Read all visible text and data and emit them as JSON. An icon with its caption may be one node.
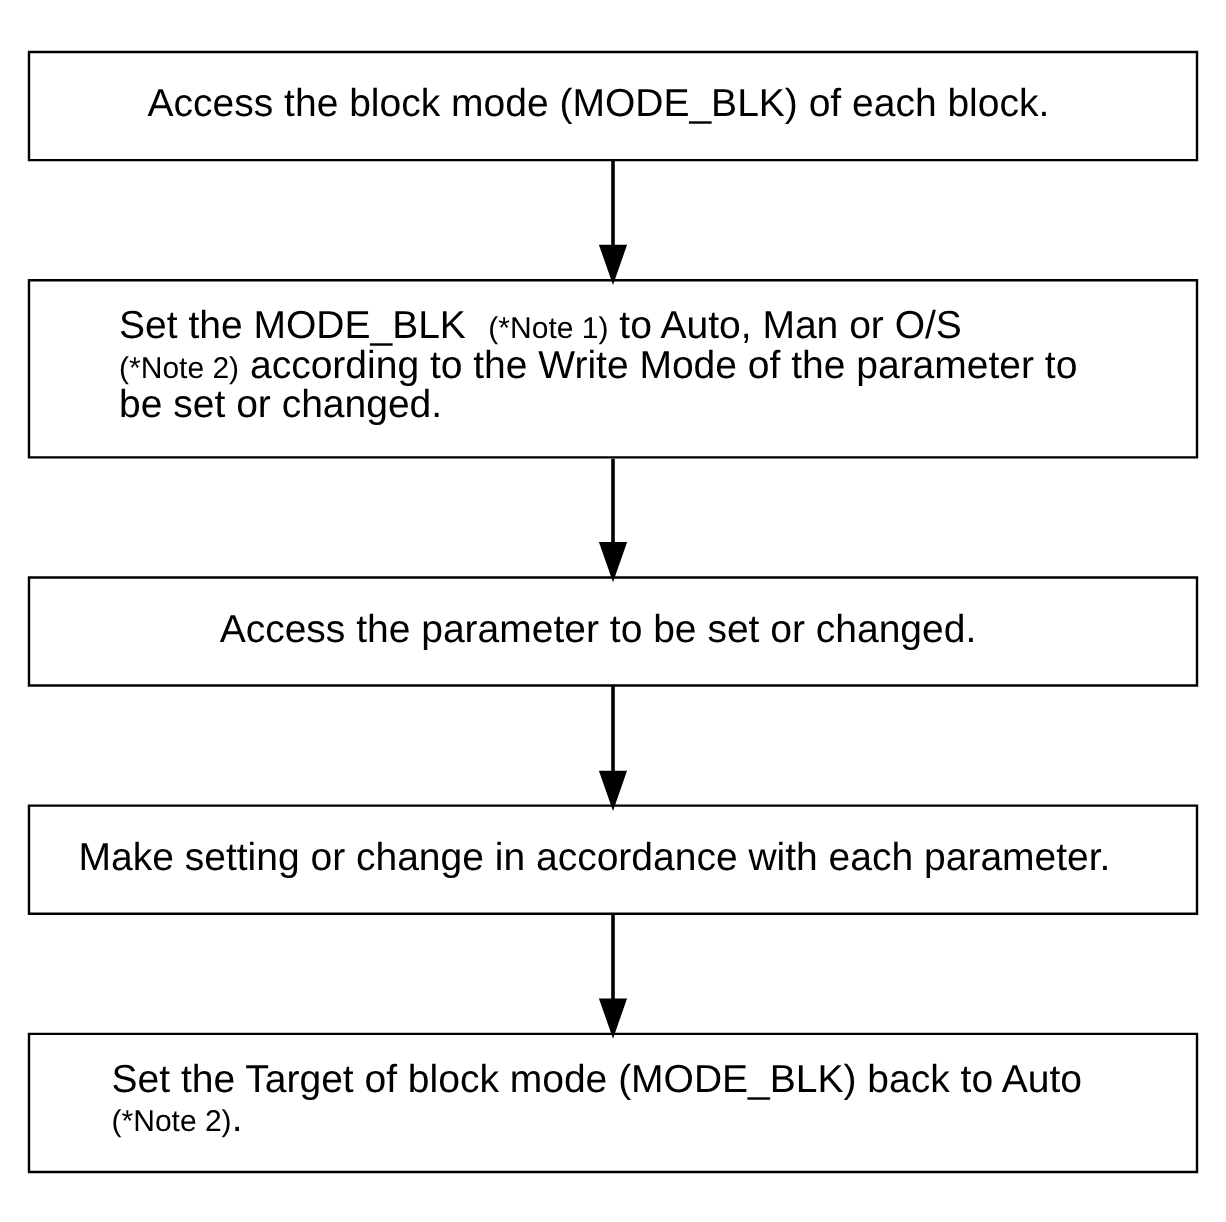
{
  "diagram": {
    "nodes": [
      {
        "text": [
          "Access the block mode (MODE_BLK) of each block."
        ]
      },
      {
        "text": [
          "Set the MODE_BLK $^{(*Note 1)}$ to Auto, Man or O/S $^{(*Note 2)}$ according to the Write Mode of the parameter to be set or changed."
        ]
      },
      {
        "text": [
          "Access the parameter to be set or changed."
        ]
      },
      {
        "text": [
          "Make setting or change in accordance with each parameter."
        ]
      },
      {
        "text": [
          "Set the Target of block mode (MODE_BLK) back to Auto $^{(*Note 2)}$."
        ]
      }
    ],
    "edges": [
      {
        "from": 0,
        "to": 1,
        "arrow": "to"
      },
      {
        "from": 1,
        "to": 2,
        "arrow": "to"
      },
      {
        "from": 2,
        "to": 3,
        "arrow": "to"
      },
      {
        "from": 3,
        "to": 4,
        "arrow": "to"
      }
    ]
  }
}
